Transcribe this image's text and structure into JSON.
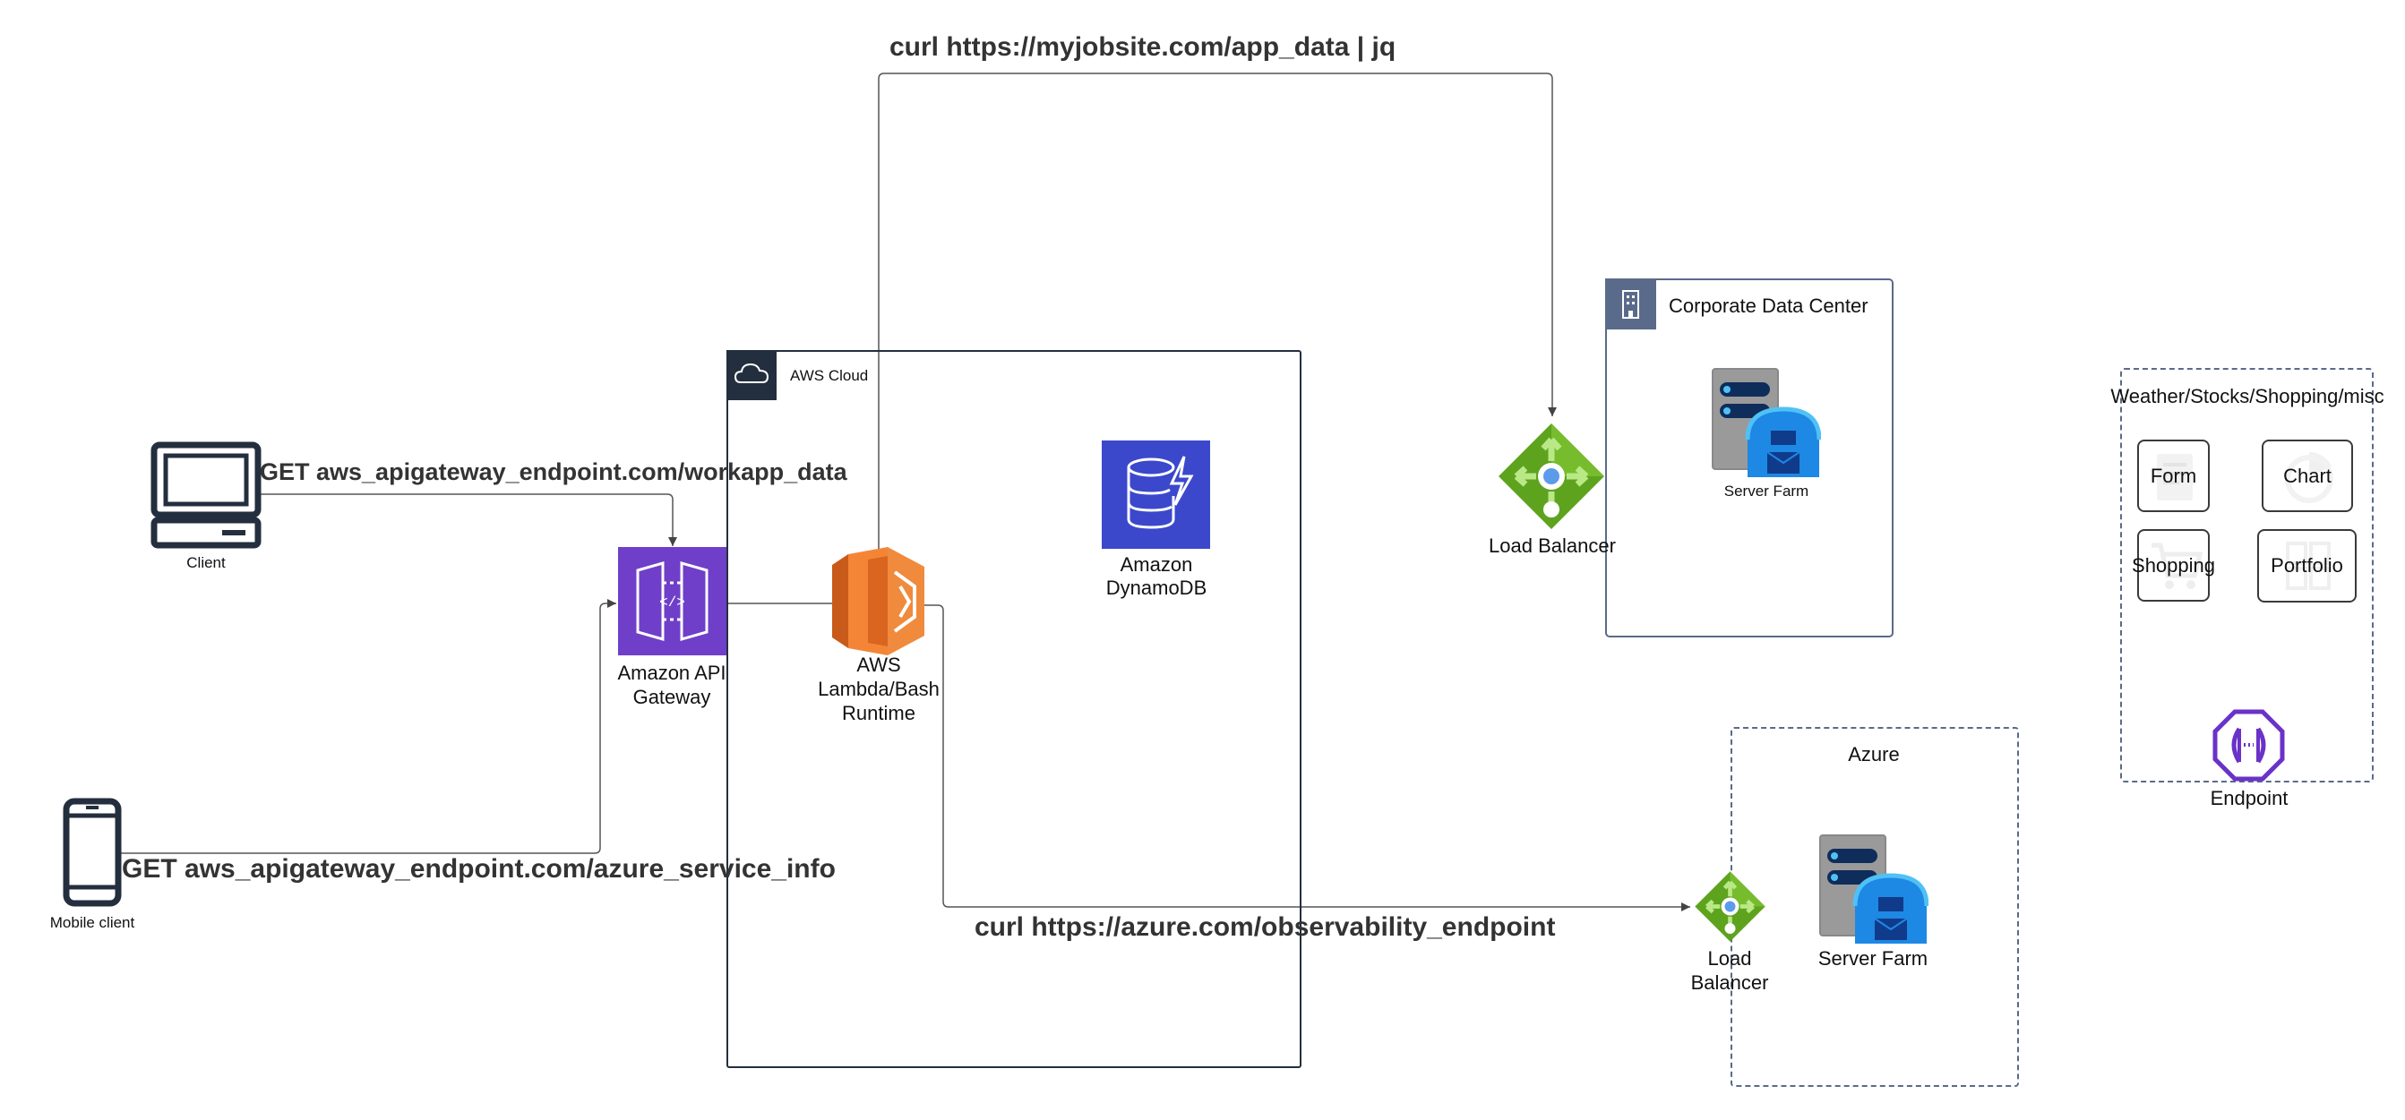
{
  "containers": {
    "aws_cloud": "AWS Cloud",
    "corporate_dc": "Corporate Data Center",
    "azure": "Azure",
    "widgets_group": "Weather/Stocks/Shopping/misc"
  },
  "nodes": {
    "client": "Client",
    "mobile_client": "Mobile client",
    "api_gateway": [
      "Amazon API",
      "Gateway"
    ],
    "lambda": [
      "AWS",
      "Lambda/Bash",
      "Runtime"
    ],
    "dynamodb": [
      "Amazon",
      "DynamoDB"
    ],
    "lb_corporate": "Load Balancer",
    "server_farm_corporate": "Server Farm",
    "lb_azure": [
      "Load",
      "Balancer"
    ],
    "server_farm_azure": "Server Farm",
    "endpoint": "Endpoint"
  },
  "widgets": {
    "form": "Form",
    "chart": "Chart",
    "shopping": "Shopping",
    "portfolio": "Portfolio"
  },
  "edges": {
    "client_to_gateway": "GET aws_apigateway_endpoint.com/workapp_data",
    "mobile_to_gateway": "GET aws_apigateway_endpoint.com/azure_service_info",
    "lambda_to_corporate": "curl https://myjobsite.com/app_data | jq",
    "lambda_to_azure": "curl https://azure.com/observability_endpoint"
  },
  "colors": {
    "aws_dark": "#232f3e",
    "api_gateway": "#6f3fc9",
    "lambda_orange": "#f58536",
    "dynamodb_blue": "#3b48cc",
    "azure_green": "#5ea31e",
    "group_border": "#5a6a8a",
    "endpoint_purple": "#6a32c8"
  },
  "icons": {
    "client": "desktop-computer-icon",
    "mobile": "smartphone-icon",
    "aws_cloud": "cloud-icon",
    "corporate_dc": "office-building-icon",
    "api_gateway": "api-gateway-icon",
    "lambda": "lambda-icon",
    "dynamodb": "dynamodb-icon",
    "load_balancer": "load-balancer-icon",
    "server_farm": "server-farm-icon",
    "endpoint": "endpoint-icon"
  }
}
